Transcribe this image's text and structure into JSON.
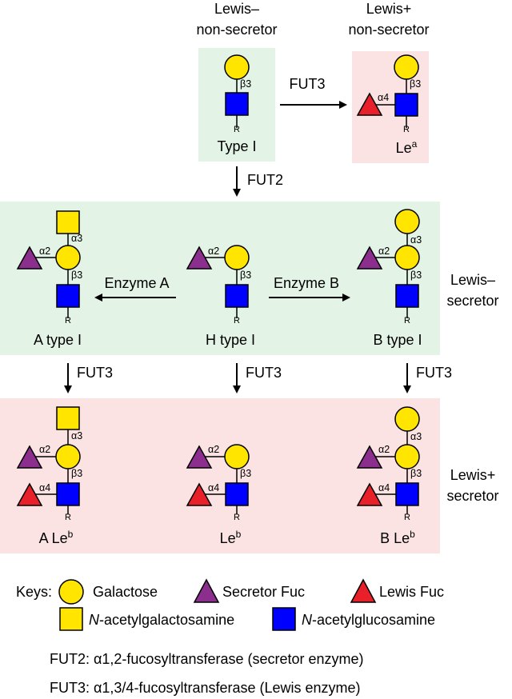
{
  "colors": {
    "galactose": "#FFE500",
    "galnac": "#FFE500",
    "glcnac": "#0000FF",
    "secretor_fuc": "#8B2E8E",
    "lewis_fuc": "#E8202A",
    "green_panel": "#E3F3E6",
    "pink_panel": "#FBE3E3"
  },
  "headers": {
    "lewis_neg_nonsec": [
      "Lewis–",
      "non-secretor"
    ],
    "lewis_pos_nonsec": [
      "Lewis+",
      "non-secretor"
    ]
  },
  "side_labels": {
    "lewis_neg_sec": [
      "Lewis–",
      "secretor"
    ],
    "lewis_pos_sec": [
      "Lewis+",
      "secretor"
    ]
  },
  "structures": {
    "type1": "Type I",
    "lea_base": "Le",
    "lea_sup": "a",
    "a_type1": "A type I",
    "h_type1": "H type I",
    "b_type1": "B type I",
    "a_leb_base": "A Le",
    "leb_base": "Le",
    "b_leb_base": "B Le",
    "leb_sup": "b"
  },
  "linkages": {
    "b3": "β3",
    "a2": "α2",
    "a3": "α3",
    "a4": "α4",
    "r": "R"
  },
  "enzymes": {
    "fut3": "FUT3",
    "fut2": "FUT2",
    "enzyme_a": "Enzyme A",
    "enzyme_b": "Enzyme B"
  },
  "keys": {
    "title": "Keys:",
    "galactose": "Galactose",
    "secretor_fuc": "Secretor Fuc",
    "lewis_fuc": "Lewis Fuc",
    "galnac_prefix": "N",
    "galnac_rest": "-acetylgalactosamine",
    "glcnac_prefix": "N",
    "glcnac_rest": "-acetylglucosamine",
    "fut2_desc": "FUT2: α1,2-fucosyltransferase (secretor enzyme)",
    "fut3_desc": "FUT3: α1,3/4-fucosyltransferase (Lewis enzyme)"
  }
}
